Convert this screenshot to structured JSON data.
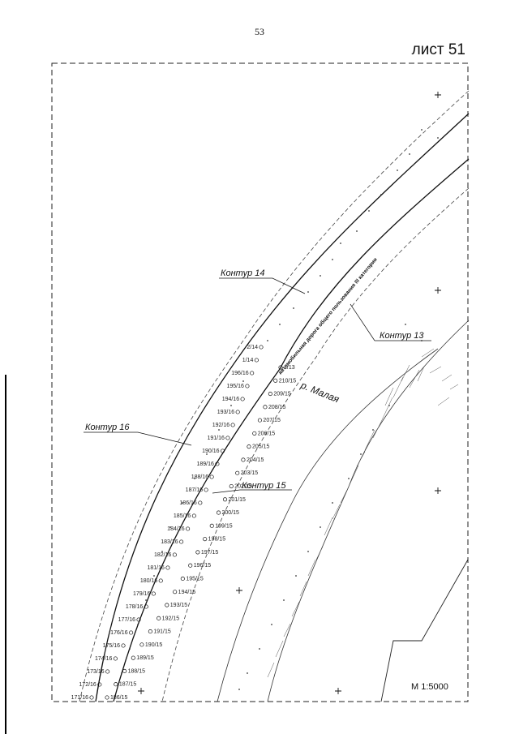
{
  "page_number": "53",
  "sheet_label": "лист 51",
  "scale": "М 1:5000",
  "road_label": "автомобильная дорога общего пользования III категории",
  "river_label": "р. Малая",
  "contours": [
    {
      "id": "c14",
      "label": "Контур 14"
    },
    {
      "id": "c13",
      "label": "Контур 13"
    },
    {
      "id": "c16",
      "label": "Контур 16"
    },
    {
      "id": "c15",
      "label": "Контур 15"
    }
  ],
  "points_16": [
    "2/14",
    "1/14",
    "196/16",
    "195/16",
    "194/16",
    "193/16",
    "192/16",
    "191/16",
    "190/16",
    "189/16",
    "188/16",
    "187/16",
    "186/16",
    "185/16",
    "184/16",
    "183/16",
    "182/16",
    "181/16",
    "180/16",
    "179/16",
    "178/16",
    "177/16",
    "176/16",
    "175/16",
    "174/16",
    "173/16",
    "172/16",
    "171/16"
  ],
  "points_15": [
    "1/13",
    "210/15",
    "209/15",
    "208/15",
    "207/15",
    "206/15",
    "205/15",
    "204/15",
    "203/15",
    "202/15",
    "201/15",
    "200/15",
    "199/15",
    "198/15",
    "197/15",
    "196/15",
    "195/15",
    "194/15",
    "193/15",
    "192/15",
    "191/15",
    "190/15",
    "189/15",
    "188/15",
    "187/15",
    "186/15"
  ]
}
